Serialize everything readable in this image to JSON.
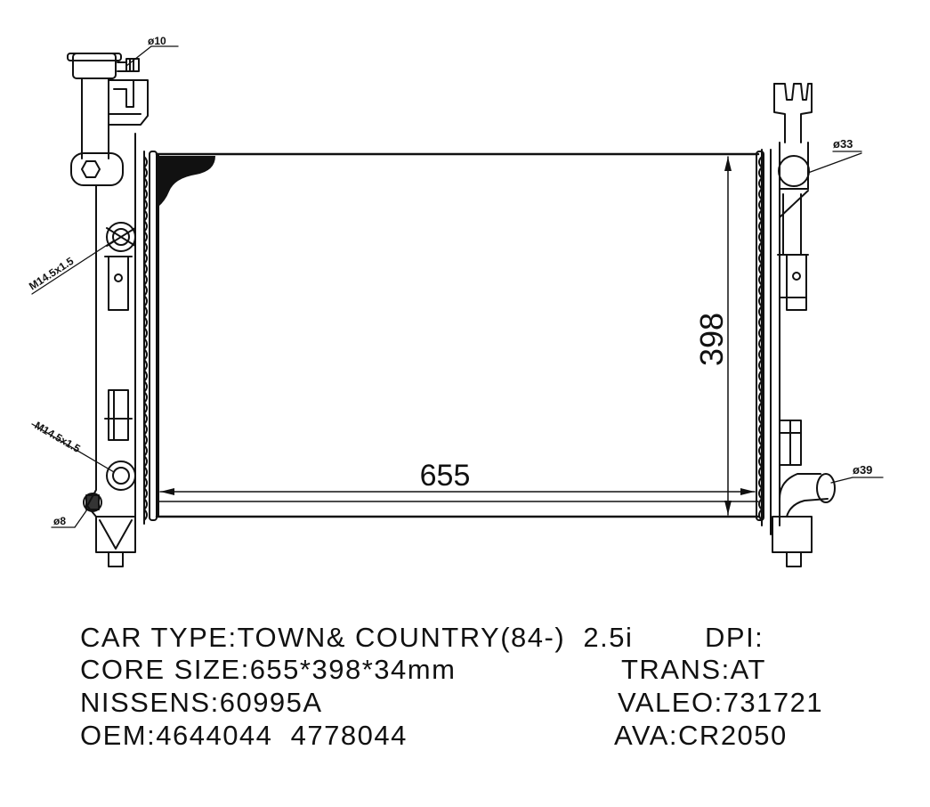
{
  "dimensions": {
    "width": "655",
    "height": "398",
    "inlet_diameter": "ø33",
    "outlet_diameter": "ø39",
    "cap_diameter": "ø10",
    "drain_diameter": "ø8",
    "thread_top": "M14.5x1.5",
    "thread_bottom": "M14.5x1.5"
  },
  "specs": {
    "car_type": "CAR TYPE:TOWN& COUNTRY(84-)  2.5i",
    "dpi": "DPI:",
    "core_size": "CORE SIZE:655*398*34mm",
    "trans": "TRANS:AT",
    "nissens": "NISSENS:60995A",
    "valeo": "VALEO:731721",
    "oem": "OEM:4644044  4778044",
    "ava": "AVA:CR2050"
  },
  "colors": {
    "line": "#111111",
    "background": "#ffffff"
  }
}
